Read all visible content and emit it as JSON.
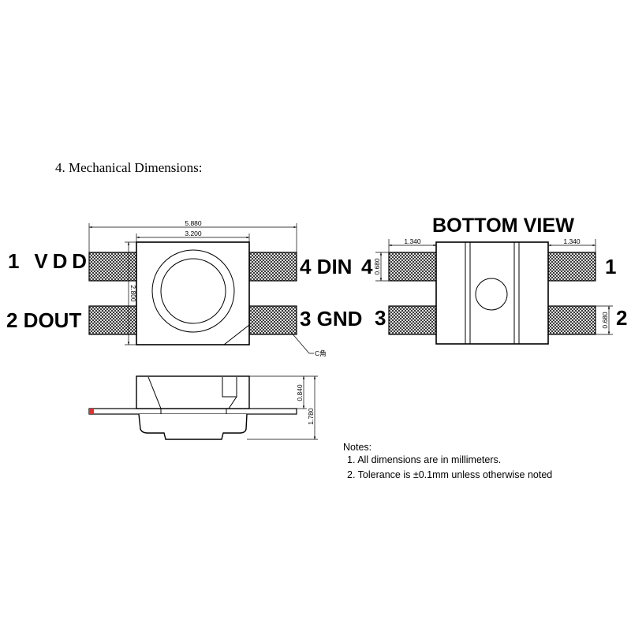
{
  "section_title": "4. Mechanical Dimensions:",
  "top_view": {
    "pin_labels": {
      "pin1": "1 VDD",
      "pin2": "2 DOUT",
      "pin3": "3 GND",
      "pin4": "4 DIN"
    },
    "dimensions": {
      "overall_width": "5.880",
      "body_width": "3.200",
      "body_height": "2.800"
    },
    "chamfer_label": "C角"
  },
  "bottom_view": {
    "title": "BOTTOM VIEW",
    "pin_numbers": {
      "top_left": "4",
      "bottom_left": "3",
      "top_right": "1",
      "bottom_right": "2"
    },
    "dimensions": {
      "left_pad_length": "1.340",
      "right_pad_length": "1.340",
      "left_pad_width": "0.680",
      "right_pad_width": "0.680"
    }
  },
  "side_view": {
    "dimensions": {
      "lead_height": "0.840",
      "total_height": "1.780"
    }
  },
  "notes": {
    "heading": "Notes:",
    "items": [
      "1. All dimensions are in millimeters.",
      "2. Tolerance is ±0.1mm unless otherwise noted"
    ]
  },
  "colors": {
    "line": "#000000",
    "lead_mark": "#e03030"
  }
}
